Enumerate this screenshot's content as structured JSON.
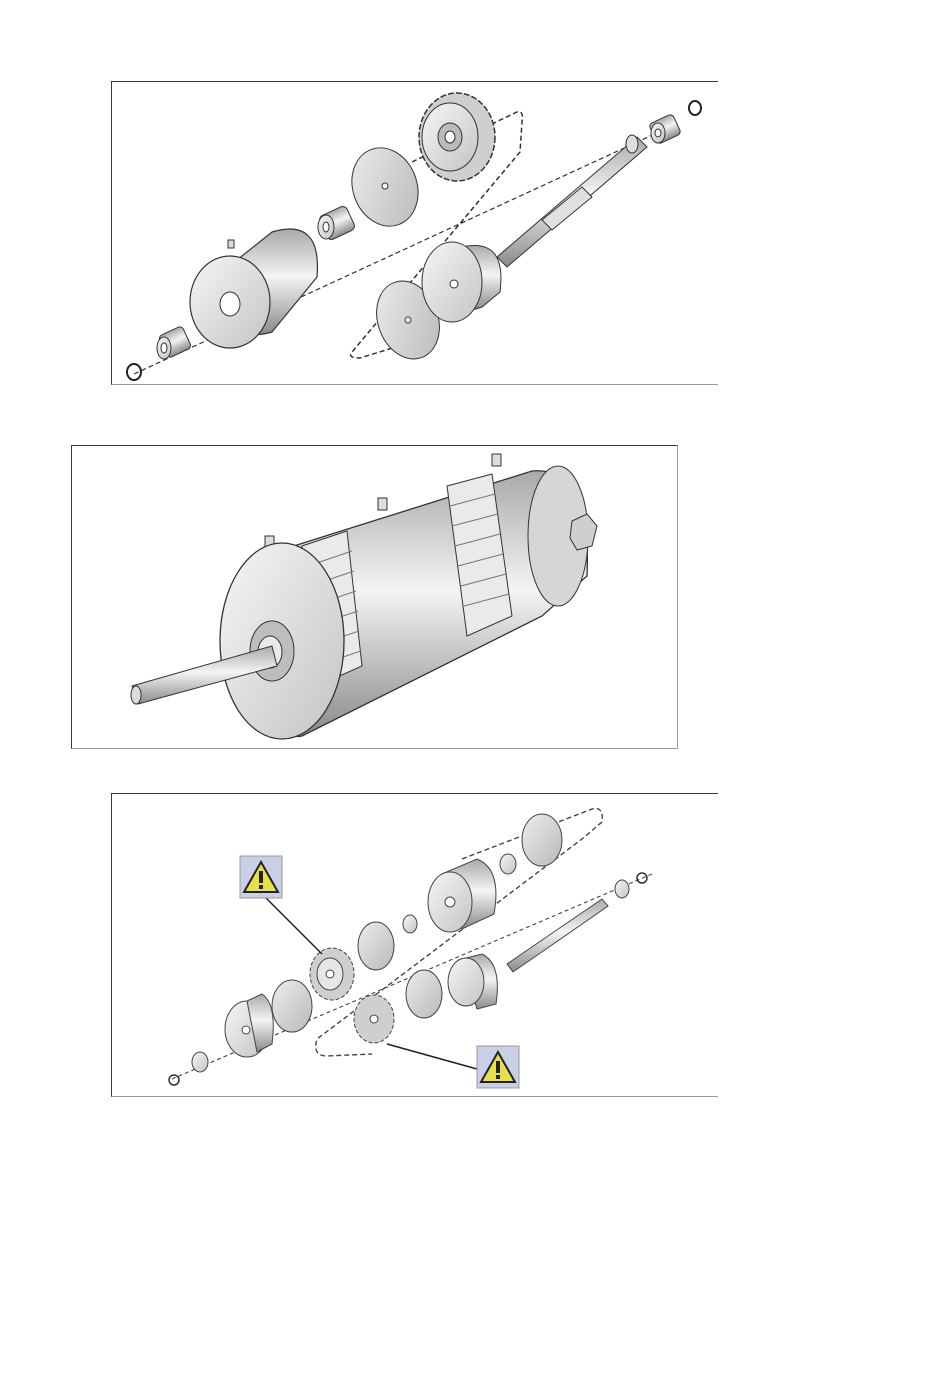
{
  "figures": [
    {
      "id": "fig1",
      "caption": ""
    },
    {
      "id": "fig2",
      "caption": ""
    },
    {
      "id": "fig3",
      "caption": ""
    }
  ],
  "warning_symbol": "warning-triangle-icon",
  "colors": {
    "line": "#2a2a2a",
    "metal_light": "#f2f2f2",
    "metal_mid": "#c8c8c8",
    "metal_dark": "#8e8e8e",
    "warning_yellow": "#e8e04a",
    "warning_bg": "#c9d0e6"
  }
}
